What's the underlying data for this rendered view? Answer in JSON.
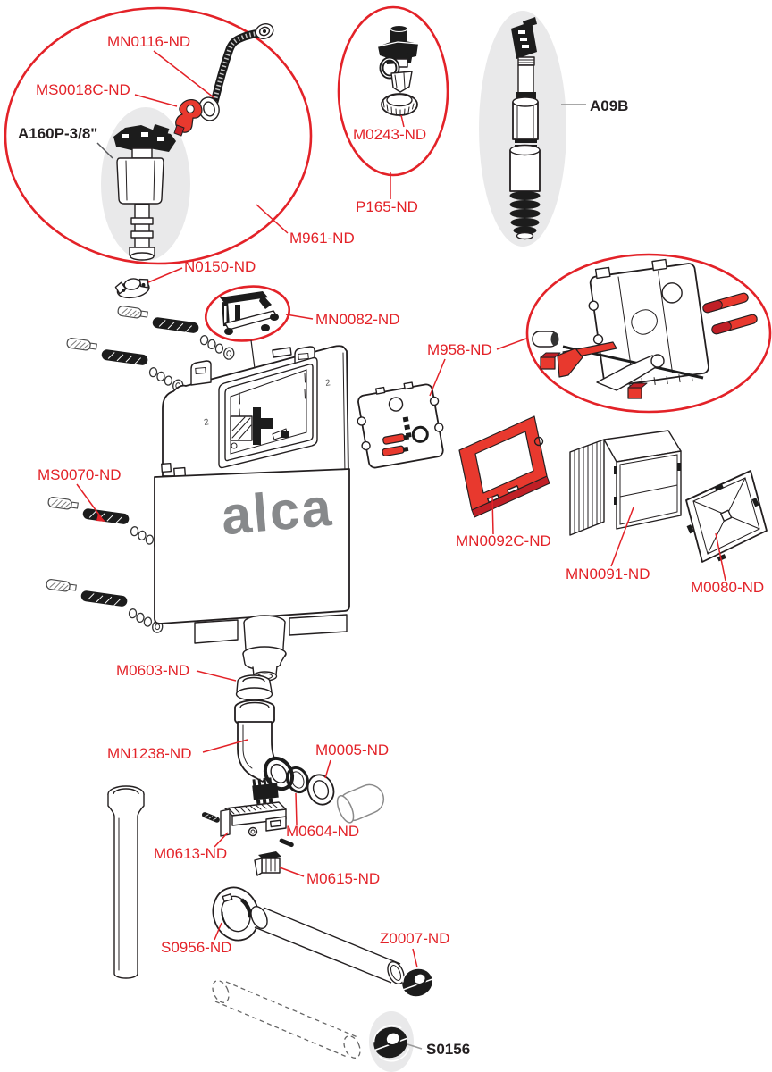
{
  "diagram": {
    "brand_logo": "alca",
    "tank_mark": "2",
    "colors": {
      "label_red": "#e32228",
      "part_red": "#e8392e",
      "part_red_dark": "#c01f26",
      "outline_black": "#231f20",
      "grey_fill": "#e9e9ea",
      "logo_grey": "#87898b",
      "leader_grey": "#9b9b9b"
    },
    "labels": {
      "mn0116": "MN0116-ND",
      "ms0018c": "MS0018C-ND",
      "a160p": "A160P-3/8\"",
      "m0243": "M0243-ND",
      "p165": "P165-ND",
      "a09b": "A09B",
      "m961": "M961-ND",
      "n0150": "N0150-ND",
      "mn0082": "MN0082-ND",
      "m958": "M958-ND",
      "ms0070": "MS0070-ND",
      "mn0092c": "MN0092C-ND",
      "mn0091": "MN0091-ND",
      "m0080": "M0080-ND",
      "m0603": "M0603-ND",
      "mn1238": "MN1238-ND",
      "m0005": "M0005-ND",
      "m0604": "M0604-ND",
      "m0613": "M0613-ND",
      "m0615": "M0615-ND",
      "s0956": "S0956-ND",
      "z0007": "Z0007-ND",
      "s0156": "S0156"
    }
  }
}
